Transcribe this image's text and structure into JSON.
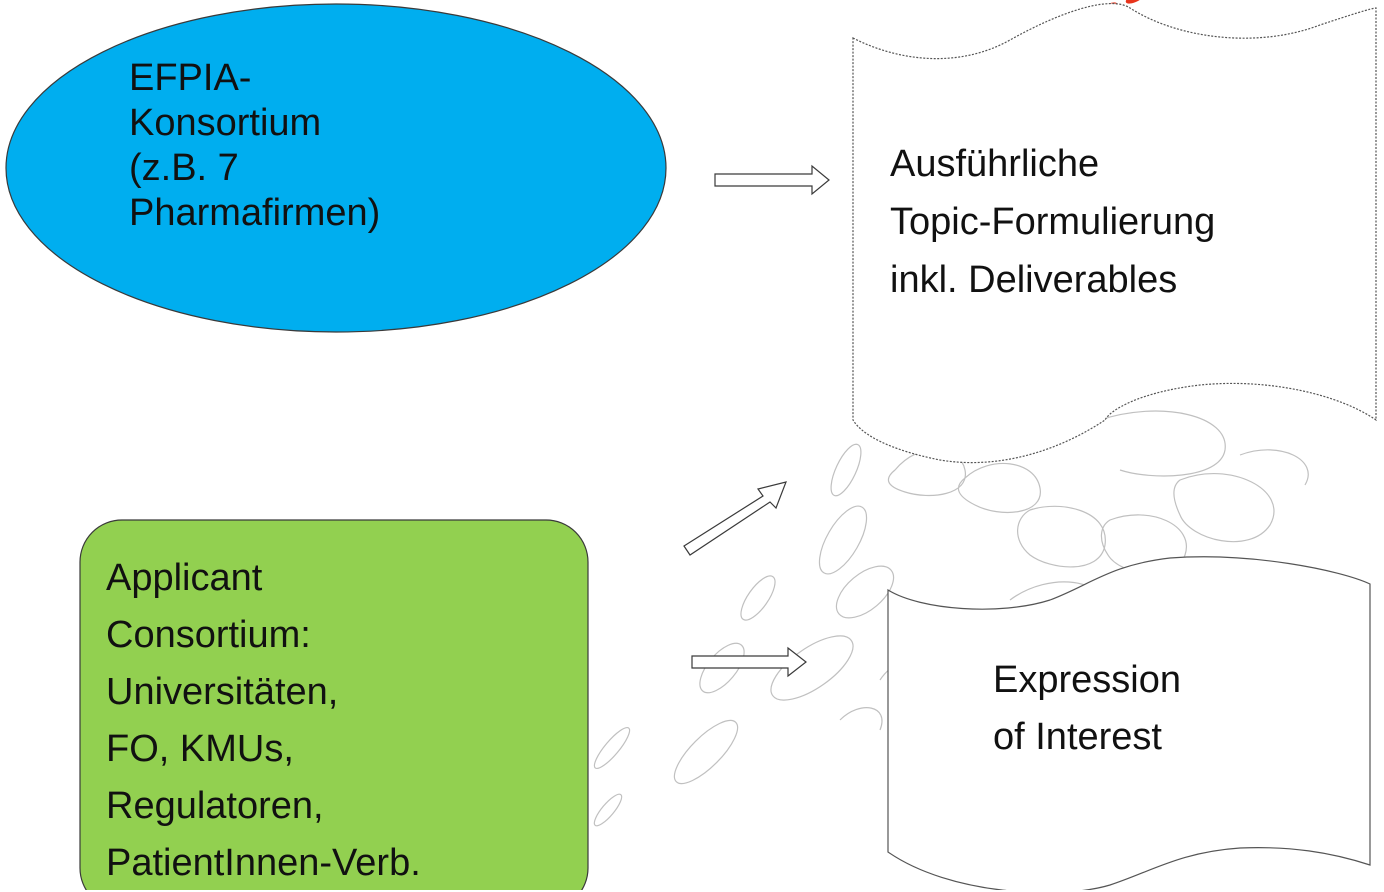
{
  "efpia": {
    "lines": [
      "EFPIA-",
      "Konsortium",
      "(z.B. 7",
      "Pharmafirmen)"
    ],
    "fill": "#00aeef"
  },
  "topic_doc": {
    "lines": [
      "Ausführliche",
      "Topic-Formulierung",
      "inkl. Deliverables"
    ]
  },
  "applicant": {
    "lines": [
      "Applicant",
      "Consortium:",
      "Universitäten,",
      "FO, KMUs,",
      "Regulatoren,",
      "PatientInnen-Verb."
    ],
    "fill": "#92d050"
  },
  "eoi_doc": {
    "lines": [
      "Expression",
      "of Interest"
    ]
  },
  "colors": {
    "decor_stroke": "#c0c0c0",
    "accent": "#e8341c"
  }
}
